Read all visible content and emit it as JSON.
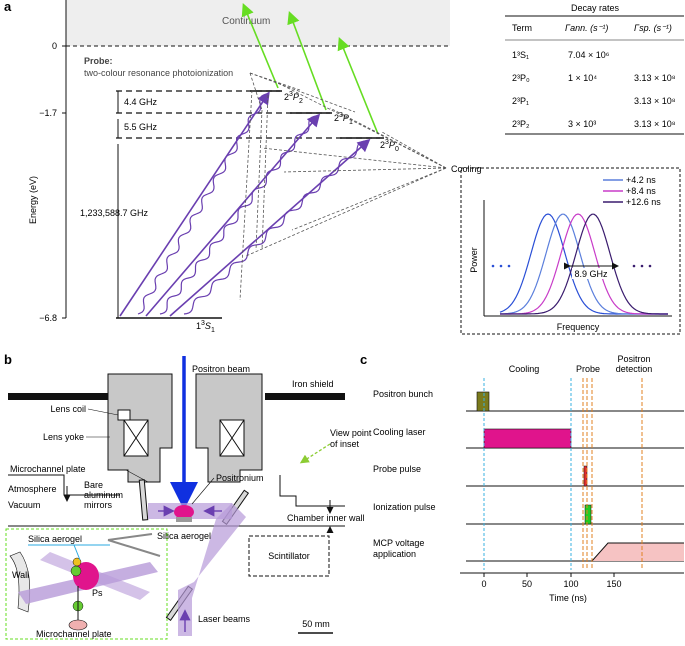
{
  "panel_a": {
    "letter": "a",
    "continuum": "Continuum",
    "y_axis_label": "Energy (eV)",
    "ticks": [
      "0",
      "−1.7",
      "−6.8"
    ],
    "probe_title": "Probe:",
    "probe_desc": "two-colour resonance photoionization",
    "gap_44": "4.4 GHz",
    "gap_55": "5.5 GHz",
    "gap_big": "1,233,588.7 GHz",
    "level_ground": {
      "base": "1",
      "sup": "3",
      "main": "S",
      "sub": "1"
    },
    "level_p2": {
      "base": "2",
      "sup": "3",
      "main": "P",
      "sub": "2"
    },
    "level_p1": {
      "base": "2",
      "sup": "3",
      "main": "P",
      "sub": "1"
    },
    "level_p0": {
      "base": "2",
      "sup": "3",
      "main": "P",
      "sub": "0"
    },
    "cooling": "Cooling",
    "table": {
      "title": "Decay rates",
      "headers": [
        "Term",
        "Γann. (s⁻¹)",
        "Γsp. (s⁻¹)"
      ],
      "rows": [
        [
          "1³S₁",
          "7.04 × 10⁶",
          ""
        ],
        [
          "2³P₀",
          "1 × 10⁴",
          "3.13 × 10⁸"
        ],
        [
          "2³P₁",
          "",
          "3.13 × 10⁸"
        ],
        [
          "2³P₂",
          "3 × 10³",
          "3.13 × 10⁸"
        ]
      ]
    },
    "inset": {
      "ylabel": "Power",
      "xlabel": "Frequency",
      "legend": [
        "+4.2 ns",
        "+8.4 ns",
        "+12.6 ns"
      ],
      "legend_colors": [
        "#5b7fdc",
        "#c83cc8",
        "#3a1c6e"
      ],
      "gap": "8.9 GHz"
    }
  },
  "panel_b": {
    "letter": "b",
    "positron_beam": "Positron beam",
    "iron_shield": "Iron shield",
    "lens_coil": "Lens coil",
    "lens_yoke": "Lens yoke",
    "view_point": "View point",
    "of_inset": "of inset",
    "mcp": "Microchannel plate",
    "bare": "Bare",
    "aluminum": "aluminum",
    "mirrors": "mirrors",
    "positronium": "Positronium",
    "atmosphere": "Atmosphere",
    "vacuum": "Vacuum",
    "chamber": "Chamber inner wall",
    "silica": "Silica aerogel",
    "scintillator": "Scintillator",
    "laser": "Laser beams",
    "scale": "50 mm",
    "inset_silica": "Silica aerogel",
    "inset_wall": "Wall",
    "inset_ps": "Ps",
    "inset_mcp": "Microchannel plate"
  },
  "panel_c": {
    "letter": "c",
    "phase_cooling": "Cooling",
    "phase_probe": "Probe",
    "phase_detection_1": "Positron",
    "phase_detection_2": "detection",
    "rows": [
      "Positron bunch",
      "Cooling laser",
      "Probe pulse",
      "Ionization pulse",
      "MCP voltage",
      "application"
    ],
    "x_ticks": [
      "0",
      "50",
      "100",
      "150"
    ],
    "x_label": "Time (ns)"
  },
  "colors": {
    "purple": "#6a3fb0",
    "green": "#66dd22",
    "magenta": "#e0148c",
    "olive": "#7a7a1c",
    "pink_fill": "#f6c3c3",
    "blue_beam": "#1030e0",
    "laser_band": "#b79ad8"
  }
}
